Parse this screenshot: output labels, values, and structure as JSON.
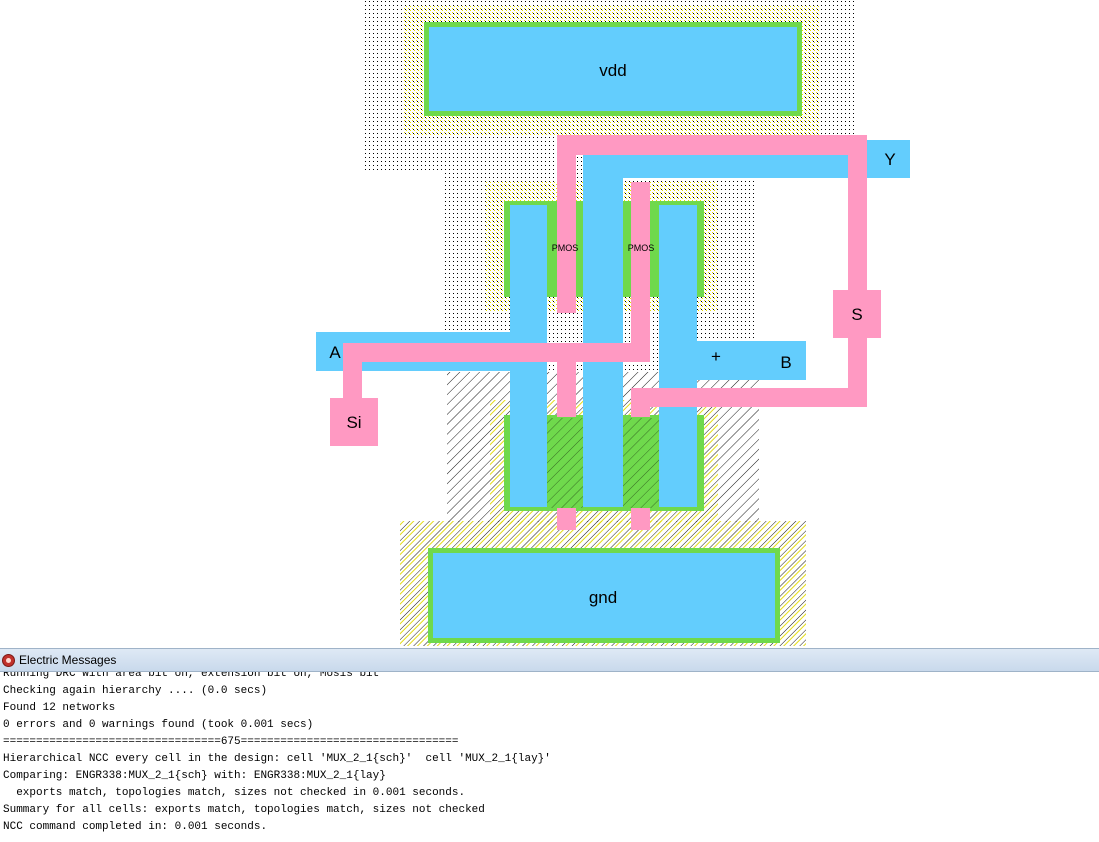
{
  "layout": {
    "rails": {
      "vdd": "vdd",
      "gnd": "gnd"
    },
    "exports": {
      "y": "Y",
      "a": "A",
      "b": "B",
      "s": "S",
      "si": "Si"
    },
    "transistor_labels": [
      "PMOS",
      "PMOS"
    ],
    "cursor_glyph": "+"
  },
  "colors": {
    "metal1": "#63cdfd",
    "polysilicon": "#ff99c2",
    "active": "#6fd94c",
    "well_select": "#ffff99",
    "background": "#ffffff"
  },
  "messages_window": {
    "title": "Electric Messages",
    "icon": "electric-app-icon",
    "lines": [
      "Running DRC with area bit on, extension bit on, Mosis bit",
      "Checking again hierarchy .... (0.0 secs)",
      "Found 12 networks",
      "0 errors and 0 warnings found (took 0.001 secs)",
      "=================================675=================================",
      "Hierarchical NCC every cell in the design: cell 'MUX_2_1{sch}'  cell 'MUX_2_1{lay}'",
      "Comparing: ENGR338:MUX_2_1{sch} with: ENGR338:MUX_2_1{lay}",
      "  exports match, topologies match, sizes not checked in 0.001 seconds.",
      "Summary for all cells: exports match, topologies match, sizes not checked",
      "NCC command completed in: 0.001 seconds."
    ]
  }
}
